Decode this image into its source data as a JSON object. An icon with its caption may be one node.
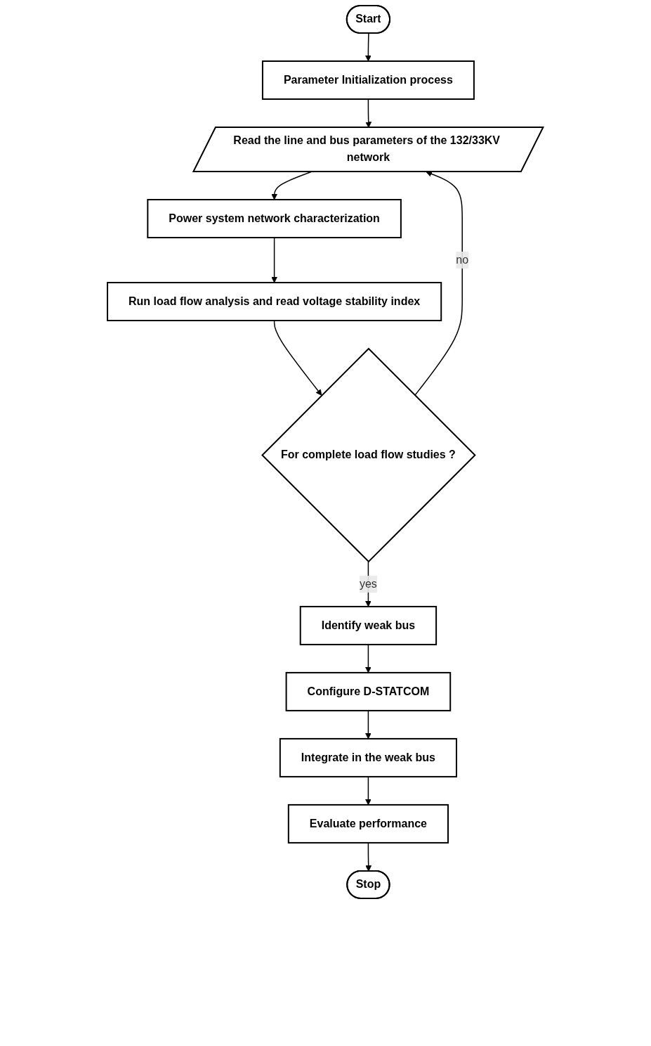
{
  "diagram": {
    "nodes": [
      {
        "text": [
          "Start"
        ]
      },
      {
        "text": [
          "Parameter Initialization process"
        ]
      },
      {
        "text": [
          "Read the line and bus parameters of the 132/33KV network"
        ]
      },
      {
        "text": [
          "Power system network characterization"
        ]
      },
      {
        "text": [
          "Run load flow analysis and read voltage stability index"
        ]
      },
      {
        "text": [
          "For complete load flow studies ?"
        ]
      },
      {
        "text": [
          "Identify weak bus"
        ]
      },
      {
        "text": [
          "Configure D-STATCOM"
        ]
      },
      {
        "text": [
          "Integrate in the weak bus"
        ]
      },
      {
        "text": [
          "Evaluate performance"
        ]
      },
      {
        "text": [
          "Stop"
        ]
      }
    ],
    "edges": [
      {
        "from": 0,
        "to": 1,
        "arrow": "to"
      },
      {
        "from": 1,
        "to": 2,
        "arrow": "to"
      },
      {
        "from": 2,
        "to": 3,
        "arrow": "to"
      },
      {
        "from": 3,
        "to": 4,
        "arrow": "to"
      },
      {
        "from": 4,
        "to": 5,
        "arrow": "to"
      },
      {
        "from": 5,
        "to": 6,
        "arrow": "to",
        "label": "yes"
      },
      {
        "from": 5,
        "to": 2,
        "arrow": "to",
        "label": "no"
      },
      {
        "from": 6,
        "to": 7,
        "arrow": "to"
      },
      {
        "from": 7,
        "to": 8,
        "arrow": "to"
      },
      {
        "from": 8,
        "to": 9,
        "arrow": "to"
      },
      {
        "from": 9,
        "to": 10,
        "arrow": "to"
      }
    ]
  }
}
